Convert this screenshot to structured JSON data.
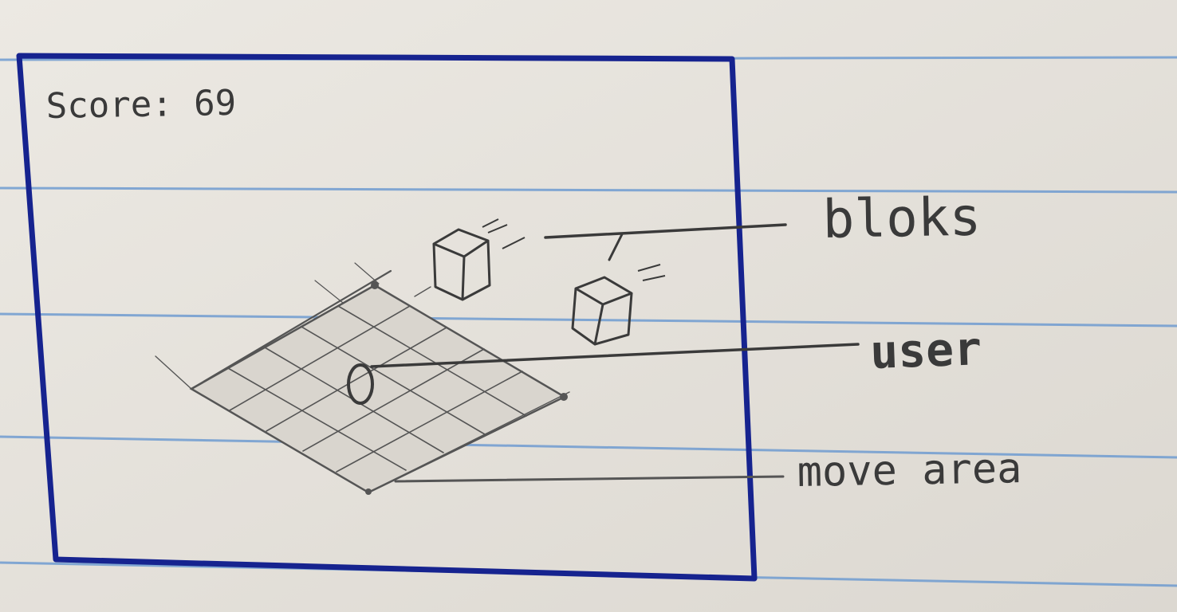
{
  "hud": {
    "score_text": "Score: 69"
  },
  "annotations": {
    "blocks_label": "bloks",
    "user_label": "user",
    "move_area_label": "move area"
  },
  "colors": {
    "paper": "#e7e3dd",
    "ruled_line": "#6f9bd0",
    "frame": "#16238f",
    "pencil": "#3a3a3a"
  }
}
